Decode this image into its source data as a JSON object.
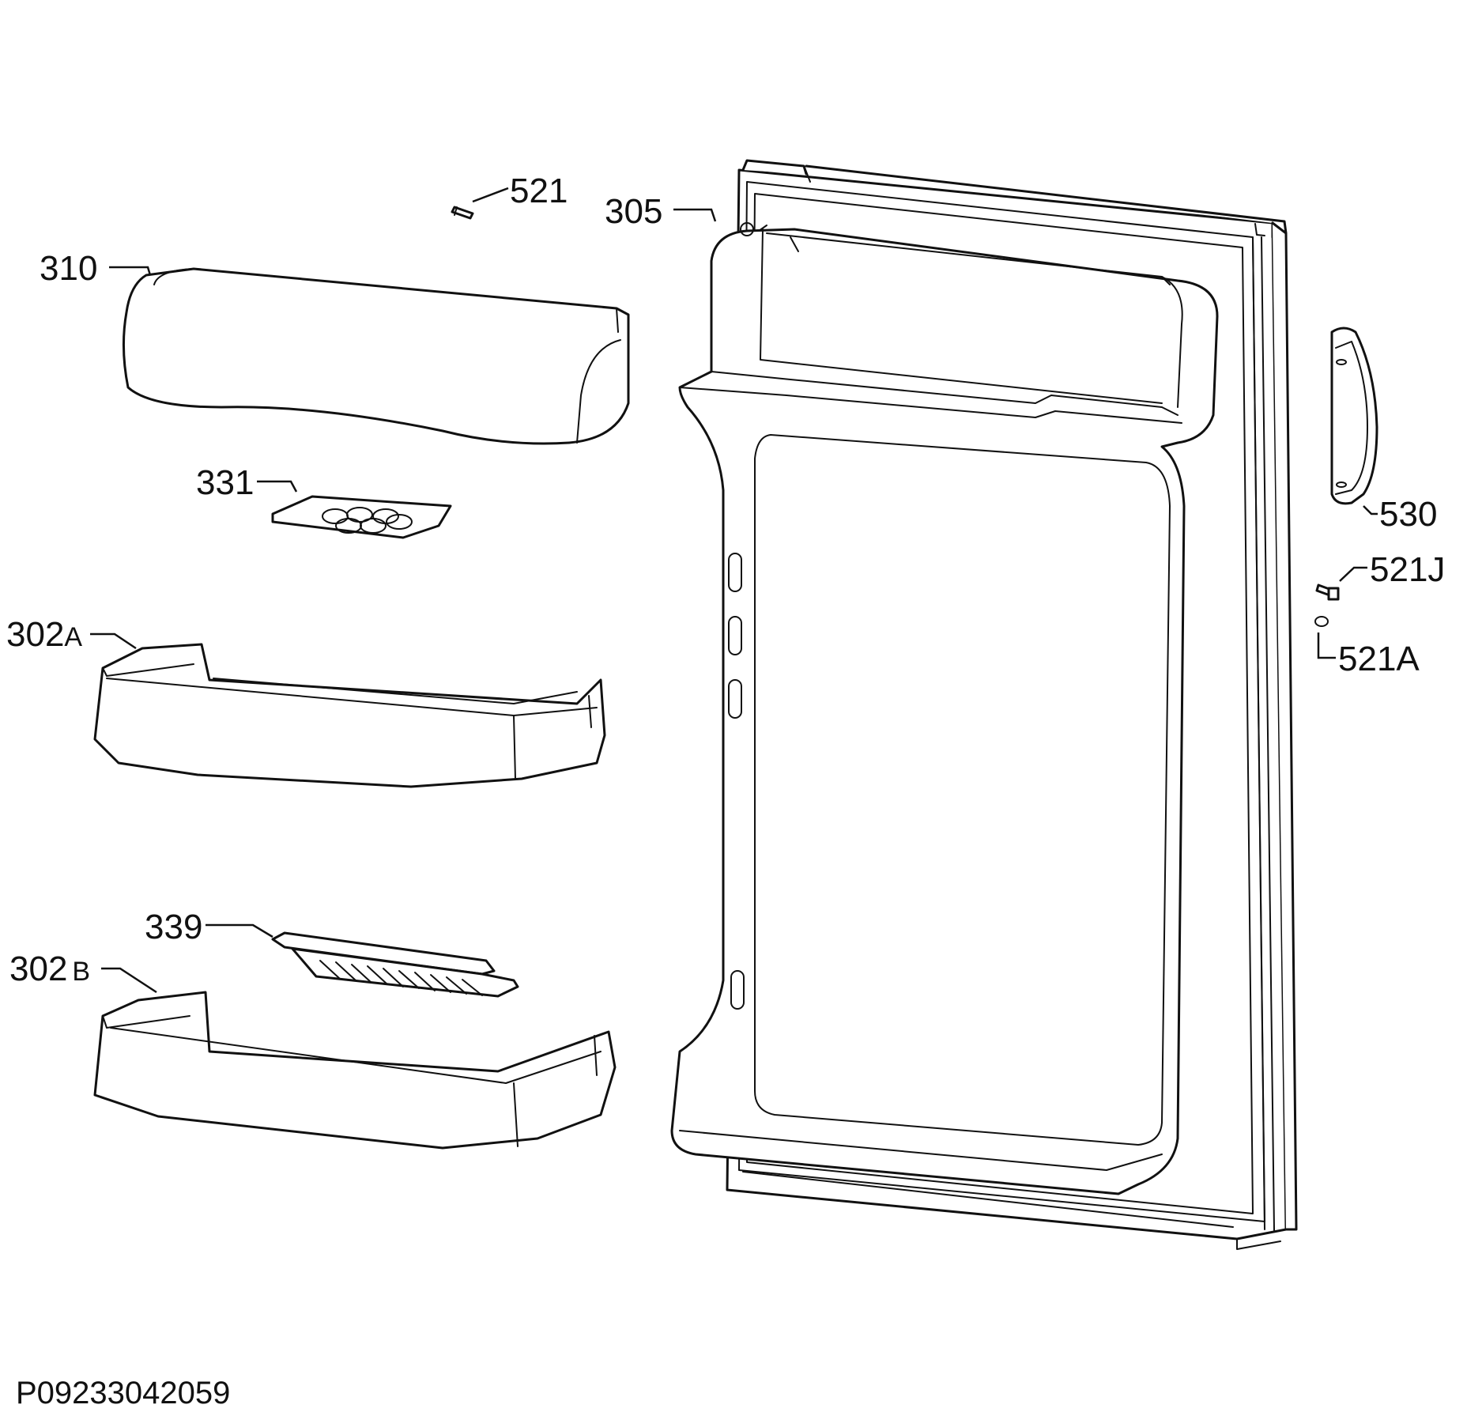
{
  "diagram": {
    "drawing_code": "P09233042059",
    "labels": {
      "p521": "521",
      "p305": "305",
      "p310": "310",
      "p331": "331",
      "p302a_num": "302",
      "p302a_suffix": "A",
      "p339": "339",
      "p302b_num": "302",
      "p302b_suffix": "B",
      "p530": "530",
      "p521j": "521J",
      "p521a": "521A"
    }
  }
}
